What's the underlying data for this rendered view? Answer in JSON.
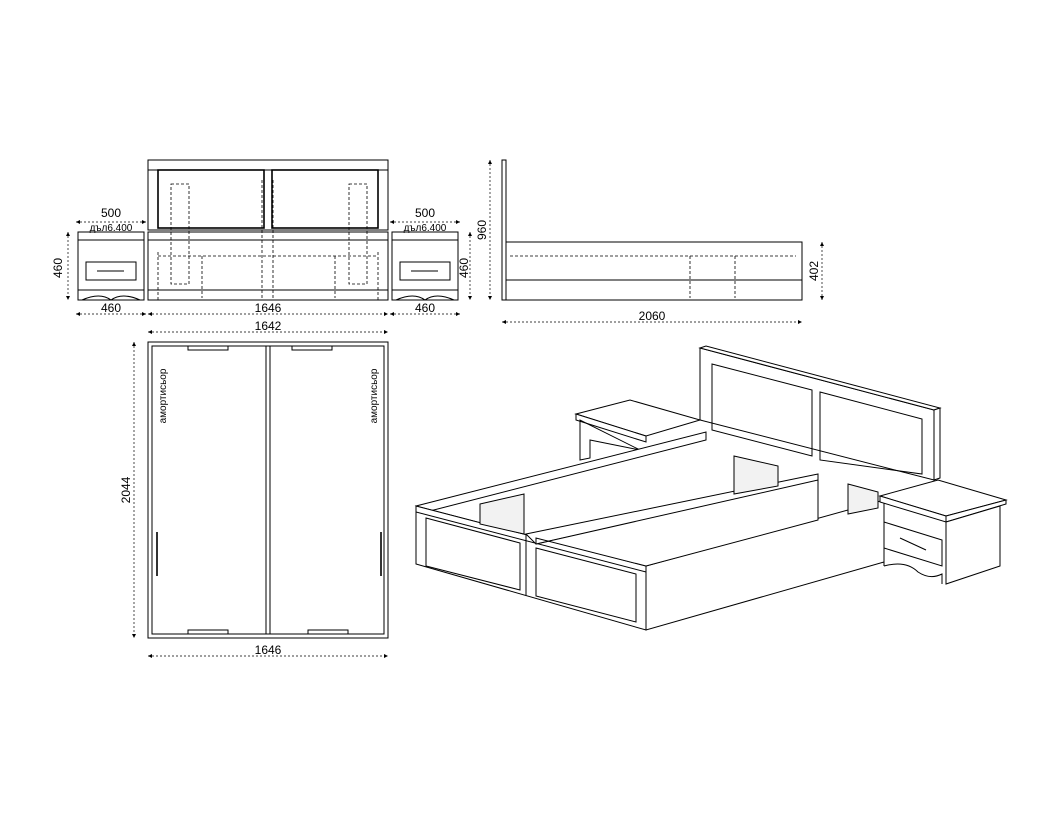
{
  "front_view": {
    "nightstand_left": {
      "width_top": "500",
      "thickness_note": "дъл6.400",
      "height": "460",
      "width_bottom": "460"
    },
    "nightstand_right": {
      "width_top": "500",
      "thickness_note": "дъл6.400",
      "height": "460",
      "width_bottom": "460"
    },
    "bed_width_inner": "1646",
    "bed_width_outer": "1642"
  },
  "side_view": {
    "height_headboard": "960",
    "height_frame": "402",
    "length": "2060"
  },
  "top_view": {
    "length": "2044",
    "width": "1646",
    "shock_absorber_left": "амортисьор",
    "shock_absorber_right": "амортисьор"
  }
}
